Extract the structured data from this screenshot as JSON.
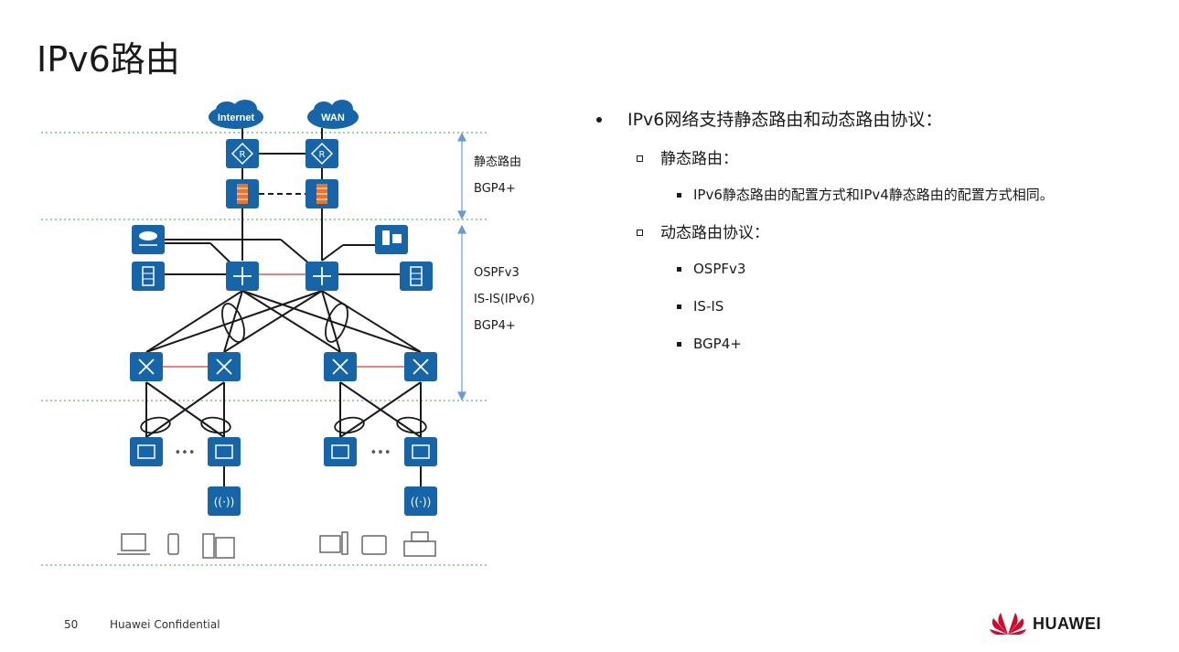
{
  "slide": {
    "title": "IPv6路由",
    "page_number": "50",
    "confidential": "Huawei Confidential",
    "brand": "HUAWEI"
  },
  "diagram": {
    "clouds": [
      "Internet",
      "WAN"
    ],
    "zones": [
      {
        "labels": [
          "静态路由",
          "BGP4+"
        ]
      },
      {
        "labels": [
          "OSPFv3",
          "IS-IS(IPv6)",
          "BGP4+"
        ]
      }
    ],
    "ellipsis": "•••",
    "colors": {
      "device_blue": "#1565a8",
      "firewall_orange": "#e8732a",
      "link_red": "#e05a5a",
      "zone_line": "#7cc47a",
      "arrow": "#6a9bd1"
    }
  },
  "content": {
    "bullet": "IPv6网络支持静态路由和动态路由协议：",
    "sub": [
      {
        "label": "静态路由：",
        "items": [
          "IPv6静态路由的配置方式和IPv4静态路由的配置方式相同。"
        ]
      },
      {
        "label": "动态路由协议：",
        "items": [
          "OSPFv3",
          "IS-IS",
          "BGP4+"
        ]
      }
    ]
  }
}
